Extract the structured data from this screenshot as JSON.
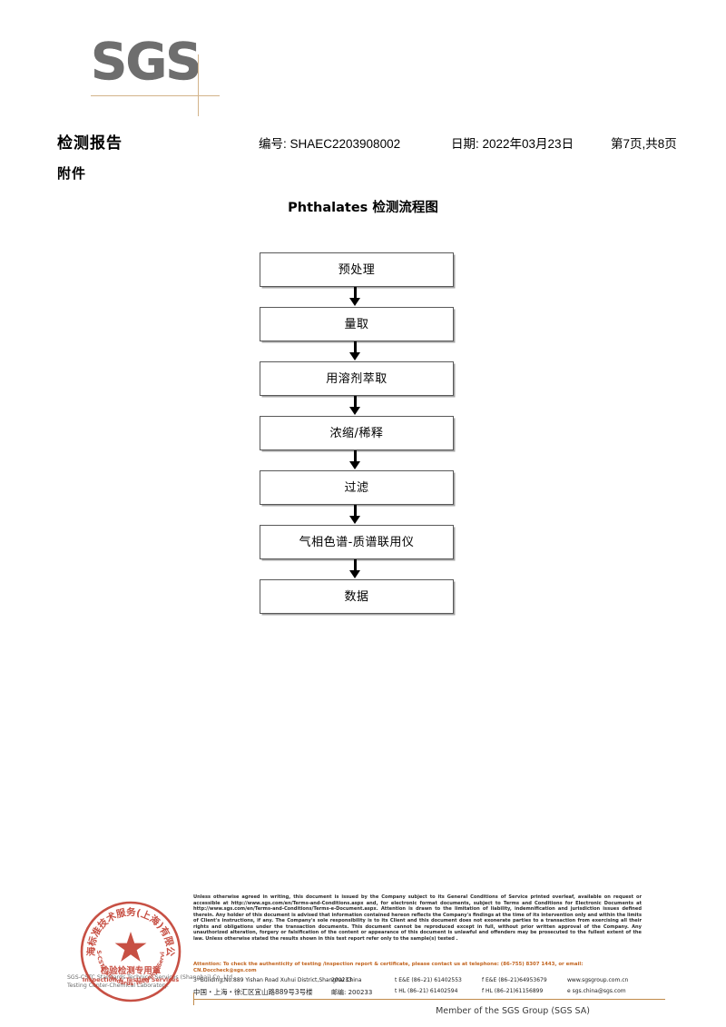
{
  "logo": {
    "wordmark": "SGS",
    "hline_color": "#d3b38a"
  },
  "header": {
    "doc_title": "检测报告",
    "report_no": "编号: SHAEC2203908002",
    "report_date": "日期: 2022年03月23日",
    "page_indicator": "第7页,共8页",
    "attachment_label": "附件"
  },
  "flowchart": {
    "title": "Phthalates 检测流程图",
    "steps": [
      {
        "label": "预处理"
      },
      {
        "label": "量取"
      },
      {
        "label": "用溶剂萃取"
      },
      {
        "label": "浓缩/稀释"
      },
      {
        "label": "过滤"
      },
      {
        "label": "气相色谱-质谱联用仪"
      },
      {
        "label": "数据"
      }
    ]
  },
  "stamp": {
    "outer_text": "上海标准技术服务(上海)有限公司",
    "inner_text": "检验检测专用章",
    "inner_subtext": "Inspection & Testing Services",
    "color": "#c0392b"
  },
  "company_grey": {
    "line1": "SGS-CSTC Standards Technical Services (Shanghai) Co.,Ltd.",
    "line2": "Testing Center-Chemical Laboratory."
  },
  "footer": {
    "legal": "Unless otherwise agreed in writing, this document is issued by the Company subject to its General Conditions of Service printed overleaf, available on request or accessible at http://www.sgs.com/en/Terms-and-Conditions.aspx and, for electronic format documents, subject to Terms and Conditions for Electronic Documents at http://www.sgs.com/en/Terms-and-Conditions/Terms-e-Document.aspx. Attention is drawn to the limitation of liability, indemnification and jurisdiction issues defined therein. Any holder of this document is advised that information contained hereon reflects the Company's findings at the time of its intervention only and within the limits of Client's instructions, if any. The Company's sole responsibility is to its Client and this document does not exonerate parties to a transaction from exercising all their rights and obligations under the transaction documents. This document cannot be reproduced except in full, without prior written approval of the Company. Any unauthorized alteration, forgery or falsification of the content or appearance of this document is unlawful and offenders may be prosecuted to the fullest extent of the law. Unless otherwise stated the results shown in this test report refer only to the sample(s) tested .",
    "attention": "Attention: To check the authenticity of testing /inspection report & certificate, please contact us at telephone: (86-755) 8307 1443, or email: CN.Doccheck@sgs.com",
    "attention_color": "#c2641f",
    "address_en": "3ʳᵈBuilding,No.889 Yishan Road Xuhui District,Shanghai China",
    "zip_en": "200233",
    "tel_en": "t E&E (86–21) 61402553",
    "fax_en": "f E&E (86–21)64953679",
    "web_en": "www.sgsgroup.com.cn",
    "address_cn": "中国・上海・徐汇区宜山路889号3号楼",
    "zip_cn": "邮编: 200233",
    "tel_cn": "t HL (86–21) 61402594",
    "fax_cn": "f HL (86–21)61156899",
    "email_cn": "e  sgs.china@sgs.com",
    "member_line": "Member of the SGS Group (SGS SA)"
  }
}
